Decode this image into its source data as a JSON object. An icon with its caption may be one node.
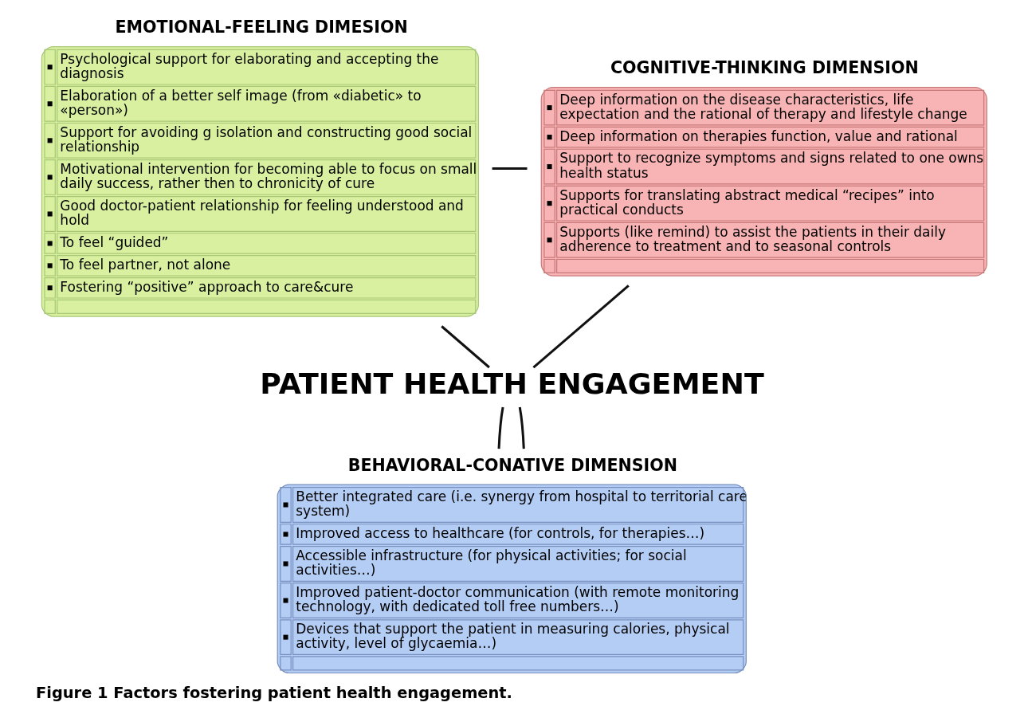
{
  "diagram": {
    "caption": "Figure 1 Factors fostering patient health engagement.",
    "nodes": [
      {
        "text": [
          "EMOTIONAL-FEELING DIMESION",
          "Psychological support for elaborating and accepting the diagnosis",
          "Elaboration of a better self image (from «diabetic» to «person»)",
          "Support for avoiding g isolation and constructing good social relationship",
          "Motivational intervention for becoming able to focus on small daily success, rather then to chronicity of cure",
          "Good doctor-patient relationship for feeling understood and hold",
          "To feel “guided”",
          "To feel partner, not alone",
          "Fostering “positive” approach to care&cure"
        ]
      },
      {
        "text": [
          "COGNITIVE-THINKING DIMENSION",
          "Deep information on the disease characteristics, life expectation and the rational of therapy and lifestyle change",
          "Deep information on therapies function, value and rational",
          "Support to recognize symptoms and signs related to one owns health status",
          "Supports for translating abstract medical “recipes” into practical conducts",
          "Supports (like remind) to assist the patients in their daily adherence to treatment and to seasonal controls"
        ]
      },
      {
        "text": [
          "PATIENT HEALTH ENGAGEMENT"
        ]
      },
      {
        "text": [
          "BEHAVIORAL-CONATIVE DIMENSION",
          "Better integrated care (i.e. synergy from hospital to territorial care system)",
          "Improved access to healthcare (for controls, for therapies…)",
          "Accessible infrastructure (for physical activities; for social activities…)",
          "Improved patient-doctor communication (with remote monitoring technology, with dedicated toll free numbers…)",
          "Devices that support the patient in measuring calories, physical activity, level of glycaemia…)"
        ]
      }
    ],
    "edges": [
      {
        "from": 0,
        "to": 1,
        "arrow": "none"
      },
      {
        "from": 0,
        "to": 2,
        "arrow": "none"
      },
      {
        "from": 1,
        "to": 2,
        "arrow": "none"
      },
      {
        "from": 2,
        "to": 3,
        "arrow": "none"
      },
      {
        "from": 2,
        "to": 3,
        "arrow": "none"
      }
    ]
  }
}
